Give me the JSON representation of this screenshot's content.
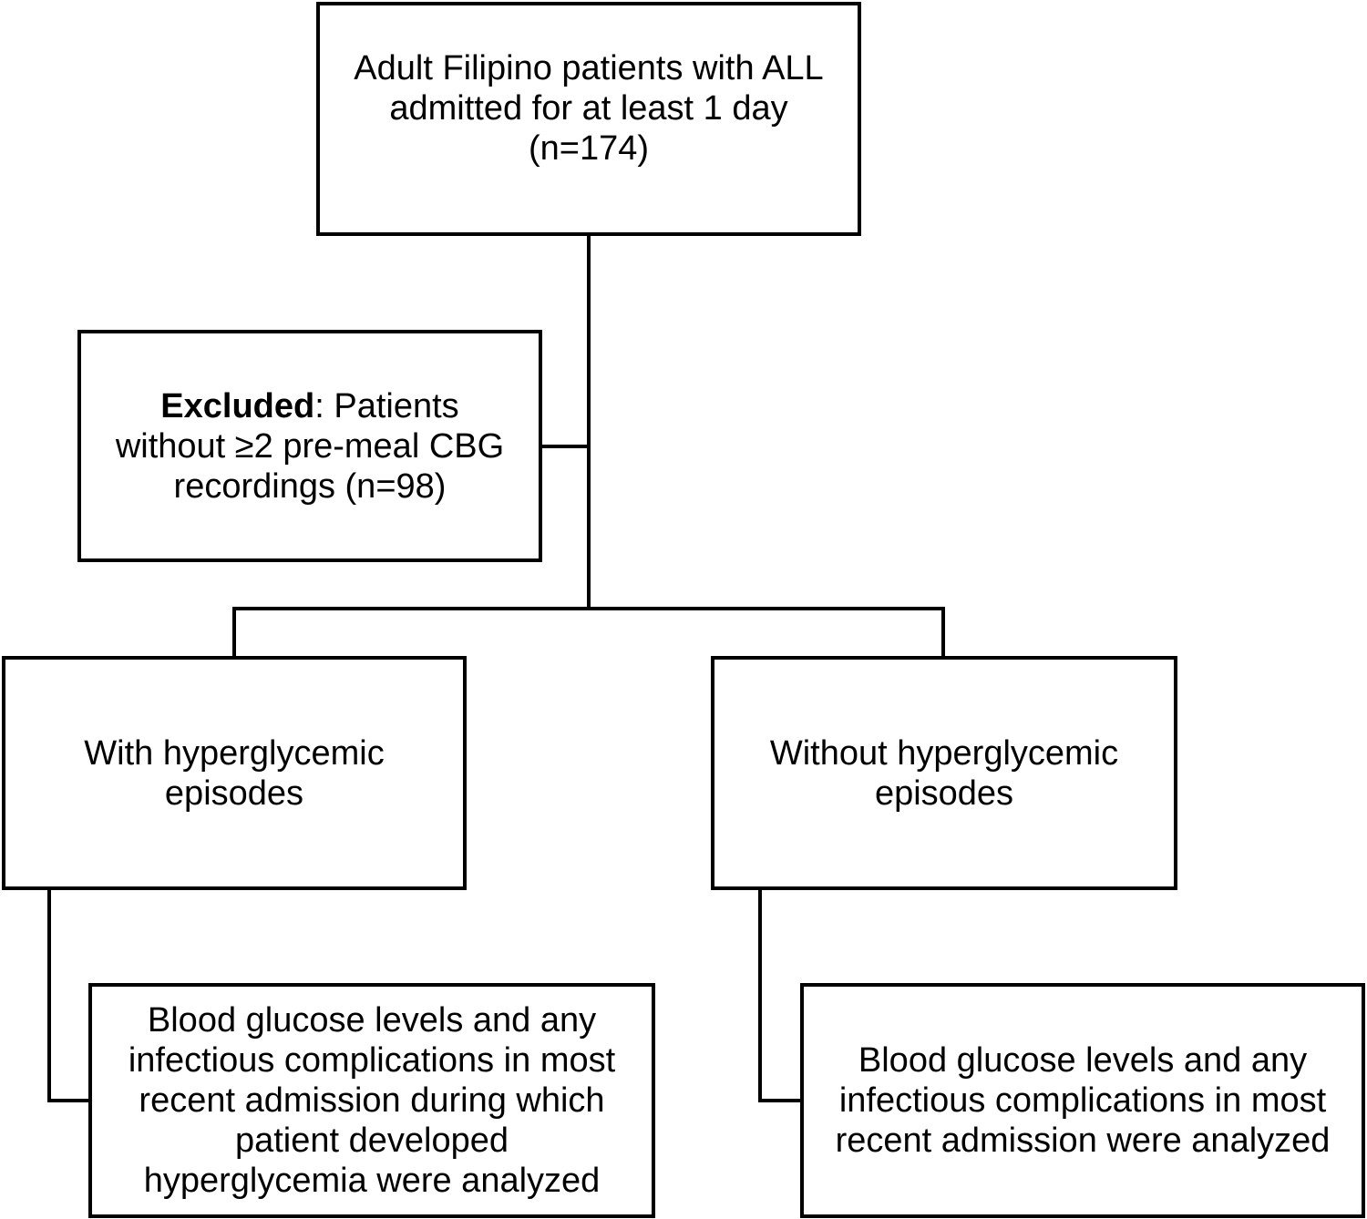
{
  "diagram": {
    "population": {
      "line1": "Adult Filipino patients with ALL",
      "line2": "admitted for at least 1 day",
      "line3": "(n=174)"
    },
    "excluded": {
      "label": "Excluded",
      "line1_rest": ": Patients",
      "line2": "without ≥2 pre-meal CBG",
      "line3": "recordings (n=98)"
    },
    "with_hyperglycemic": {
      "line1": "With hyperglycemic",
      "line2": "episodes"
    },
    "without_hyperglycemic": {
      "line1": "Without hyperglycemic",
      "line2": "episodes"
    },
    "with_analysis": {
      "line1": "Blood glucose levels and any",
      "line2": "infectious complications in most",
      "line3": "recent admission during which",
      "line4": "patient developed",
      "line5": "hyperglycemia were analyzed"
    },
    "without_analysis": {
      "line1": "Blood glucose levels and any",
      "line2": "infectious complications in most",
      "line3": "recent admission were analyzed"
    }
  },
  "colors": {
    "stroke": "#000000",
    "background": "#ffffff"
  }
}
